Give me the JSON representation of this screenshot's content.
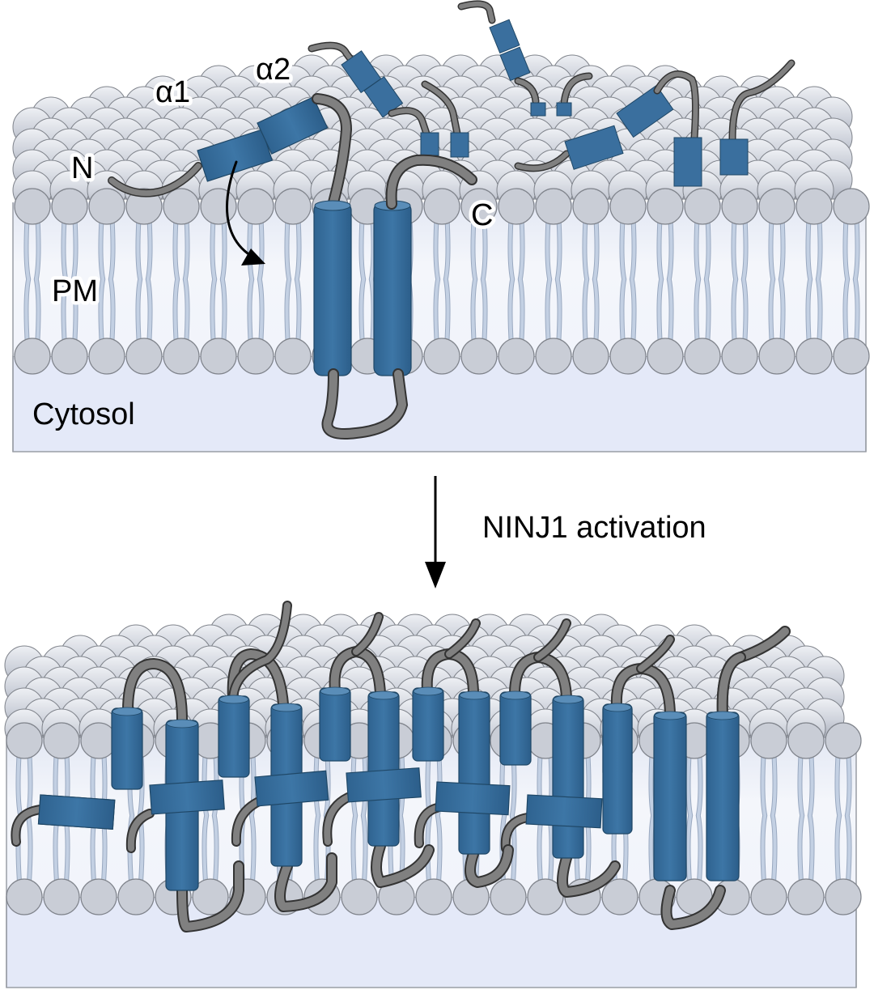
{
  "colors": {
    "helix": "#3a6f9e",
    "helix_dark": "#1f4766",
    "helix_top": "#5a8db8",
    "loop": "#808080",
    "loop_edge": "#333333",
    "lipid_head": "#c9cdd6",
    "lipid_head_edge": "#7f838b",
    "lipid_tail": "#c3d0e3",
    "lipid_tail_edge": "#9aa9c0",
    "cytosol": "#e4e9f8",
    "membrane_bg": "#f1f4fb",
    "box_edge": "#9a9ea6",
    "arrow": "#000000"
  },
  "top_panel": {
    "labels": {
      "alpha1": "α1",
      "alpha2": "α2",
      "n_terminus": "N",
      "c_terminus": "C",
      "membrane": "PM",
      "cytosol": "Cytosol"
    }
  },
  "transition": {
    "label": "NINJ1 activation"
  },
  "bottom_panel": {}
}
